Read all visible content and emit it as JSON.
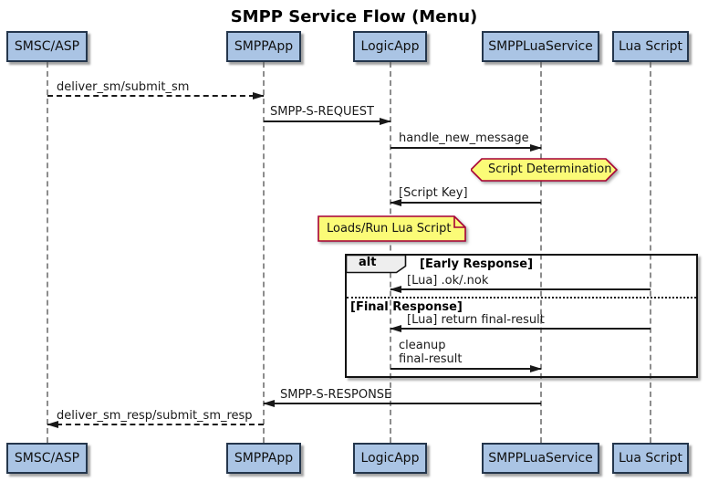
{
  "title": "SMPP Service Flow (Menu)",
  "diagram_type": "sequence-diagram",
  "participants": [
    {
      "name": "SMSC/ASP"
    },
    {
      "name": "SMPPApp"
    },
    {
      "name": "LogicApp"
    },
    {
      "name": "SMPPLuaService"
    },
    {
      "name": "Lua Script"
    }
  ],
  "messages": [
    {
      "label": "deliver_sm/submit_sm",
      "from": "SMSC/ASP",
      "to": "SMPPApp",
      "line": "dashed"
    },
    {
      "label": "SMPP-S-REQUEST",
      "from": "SMPPApp",
      "to": "LogicApp",
      "line": "solid"
    },
    {
      "label": "handle_new_message",
      "from": "LogicApp",
      "to": "SMPPLuaService",
      "line": "solid"
    },
    {
      "label": "[Script Key]",
      "from": "SMPPLuaService",
      "to": "LogicApp",
      "line": "solid"
    },
    {
      "label": "[Lua] .ok/.nok",
      "from": "Lua Script",
      "to": "LogicApp",
      "line": "solid"
    },
    {
      "label": "[Lua] return final-result",
      "from": "Lua Script",
      "to": "LogicApp",
      "line": "solid"
    },
    {
      "label_line1": "cleanup",
      "label_line2": "final-result",
      "from": "LogicApp",
      "to": "SMPPLuaService",
      "line": "solid"
    },
    {
      "label": "SMPP-S-RESPONSE",
      "from": "SMPPLuaService",
      "to": "SMPPApp",
      "line": "solid"
    },
    {
      "label": "deliver_sm_resp/submit_sm_resp",
      "from": "SMPPApp",
      "to": "SMSC/ASP",
      "line": "dashed"
    }
  ],
  "notes": [
    {
      "shape": "hexagon",
      "text": "Script Determination",
      "over": "SMPPLuaService"
    },
    {
      "shape": "note",
      "text": "Loads/Run Lua Script",
      "over": "LogicApp"
    }
  ],
  "alt_frame": {
    "operator": "alt",
    "sections": [
      {
        "condition": "[Early Response]"
      },
      {
        "condition": "[Final Response]"
      }
    ]
  },
  "colors": {
    "participant_fill": "#aac4e4",
    "participant_border": "#24364c",
    "note_fill": "#fbfb77",
    "note_border": "#a80036",
    "lifeline": "#8d8d8d",
    "frame_border": "#121212",
    "arrow": "#181818",
    "background": "#ffffff"
  }
}
